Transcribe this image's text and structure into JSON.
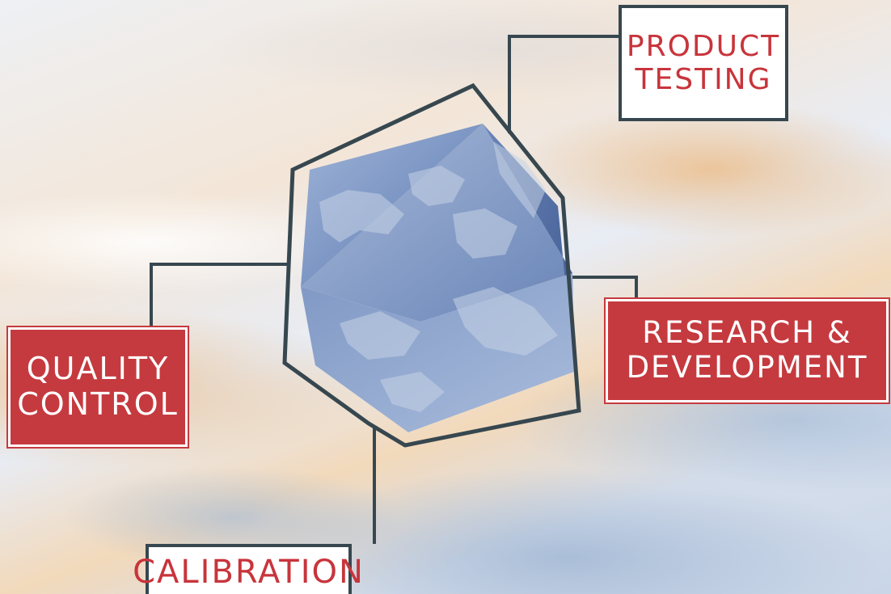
{
  "diagram": {
    "center_graphic": "globe-cube",
    "colors": {
      "accent_red": "#c53a3f",
      "text_red": "#c8343b",
      "connector": "#37474f",
      "cube_blue": "#6f8cc0"
    },
    "nodes": [
      {
        "id": "product",
        "lines": [
          "PRODUCT",
          "TESTING"
        ]
      },
      {
        "id": "quality",
        "lines": [
          "QUALITY",
          "CONTROL"
        ]
      },
      {
        "id": "research",
        "lines": [
          "RESEARCH &",
          "DEVELOPMENT"
        ]
      },
      {
        "id": "calibration",
        "lines": [
          "CALIBRATION"
        ]
      }
    ]
  }
}
